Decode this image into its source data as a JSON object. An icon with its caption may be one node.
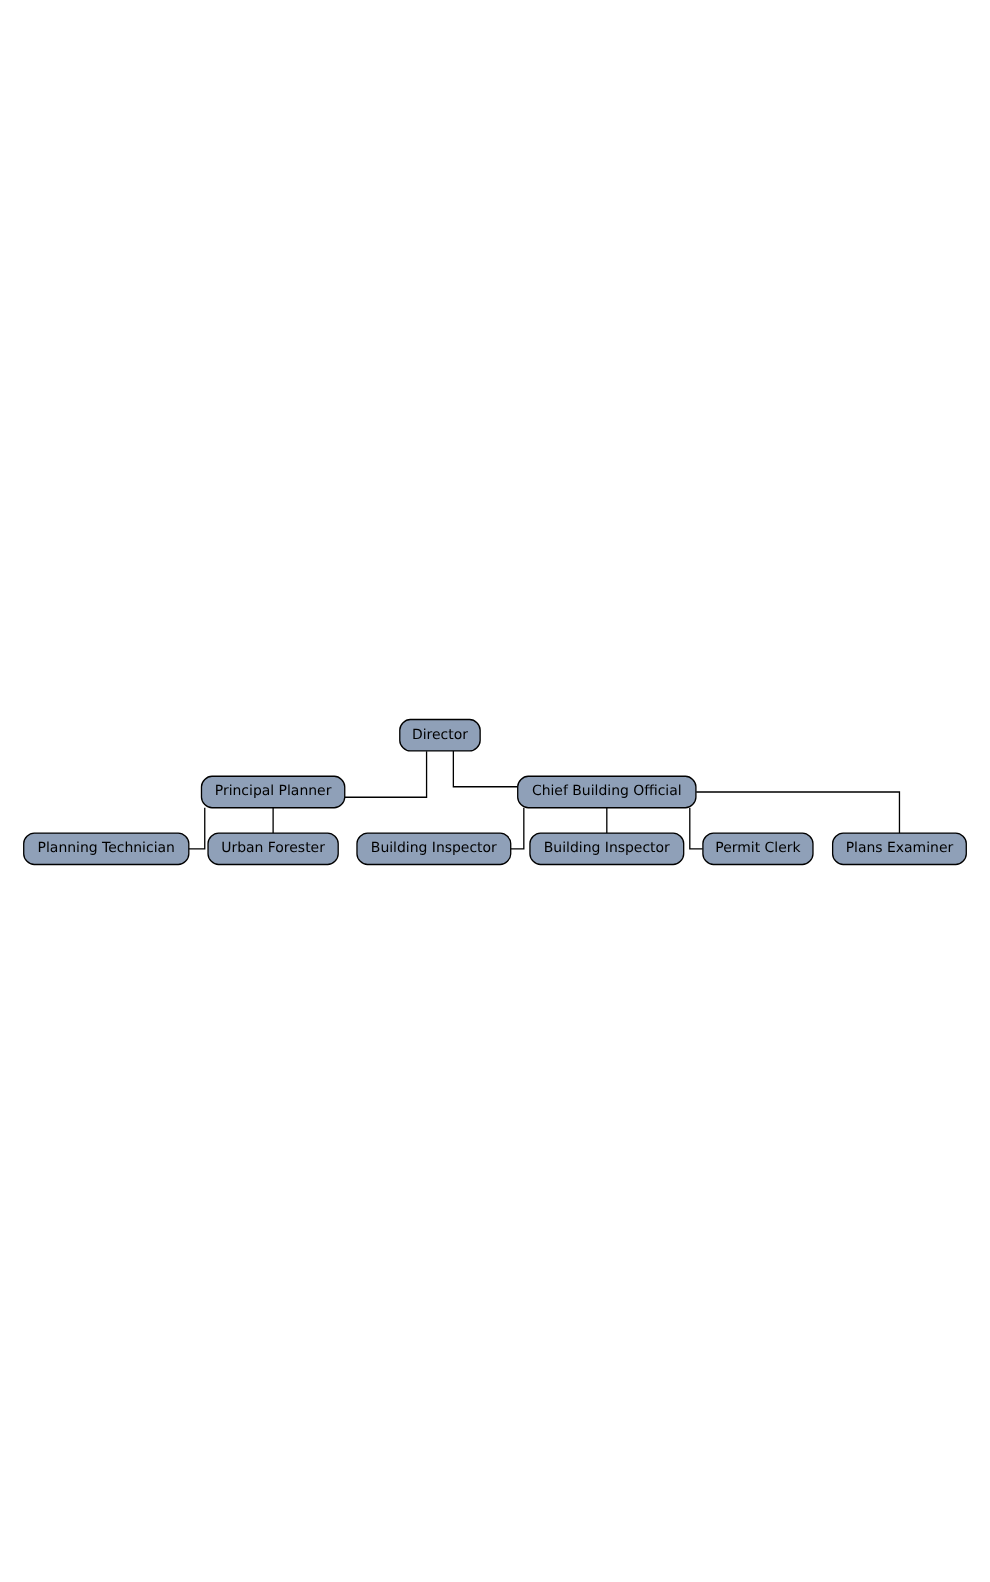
{
  "diagram": {
    "nodes": [
      {
        "text": [
          "Director"
        ]
      },
      {
        "text": [
          "Principal Planner"
        ]
      },
      {
        "text": [
          "Chief Building Official"
        ]
      },
      {
        "text": [
          "Planning Technician"
        ]
      },
      {
        "text": [
          "Urban Forester"
        ]
      },
      {
        "text": [
          "Building Inspector"
        ]
      },
      {
        "text": [
          "Building Inspector"
        ]
      },
      {
        "text": [
          "Permit Clerk"
        ]
      },
      {
        "text": [
          "Plans Examiner"
        ]
      }
    ],
    "edges": [
      {
        "from": 0,
        "to": 1,
        "arrow": "none"
      },
      {
        "from": 0,
        "to": 2,
        "arrow": "none"
      },
      {
        "from": 1,
        "to": 3,
        "arrow": "none"
      },
      {
        "from": 1,
        "to": 4,
        "arrow": "none"
      },
      {
        "from": 2,
        "to": 5,
        "arrow": "none"
      },
      {
        "from": 2,
        "to": 6,
        "arrow": "none"
      },
      {
        "from": 2,
        "to": 7,
        "arrow": "none"
      },
      {
        "from": 2,
        "to": 8,
        "arrow": "none"
      }
    ]
  }
}
